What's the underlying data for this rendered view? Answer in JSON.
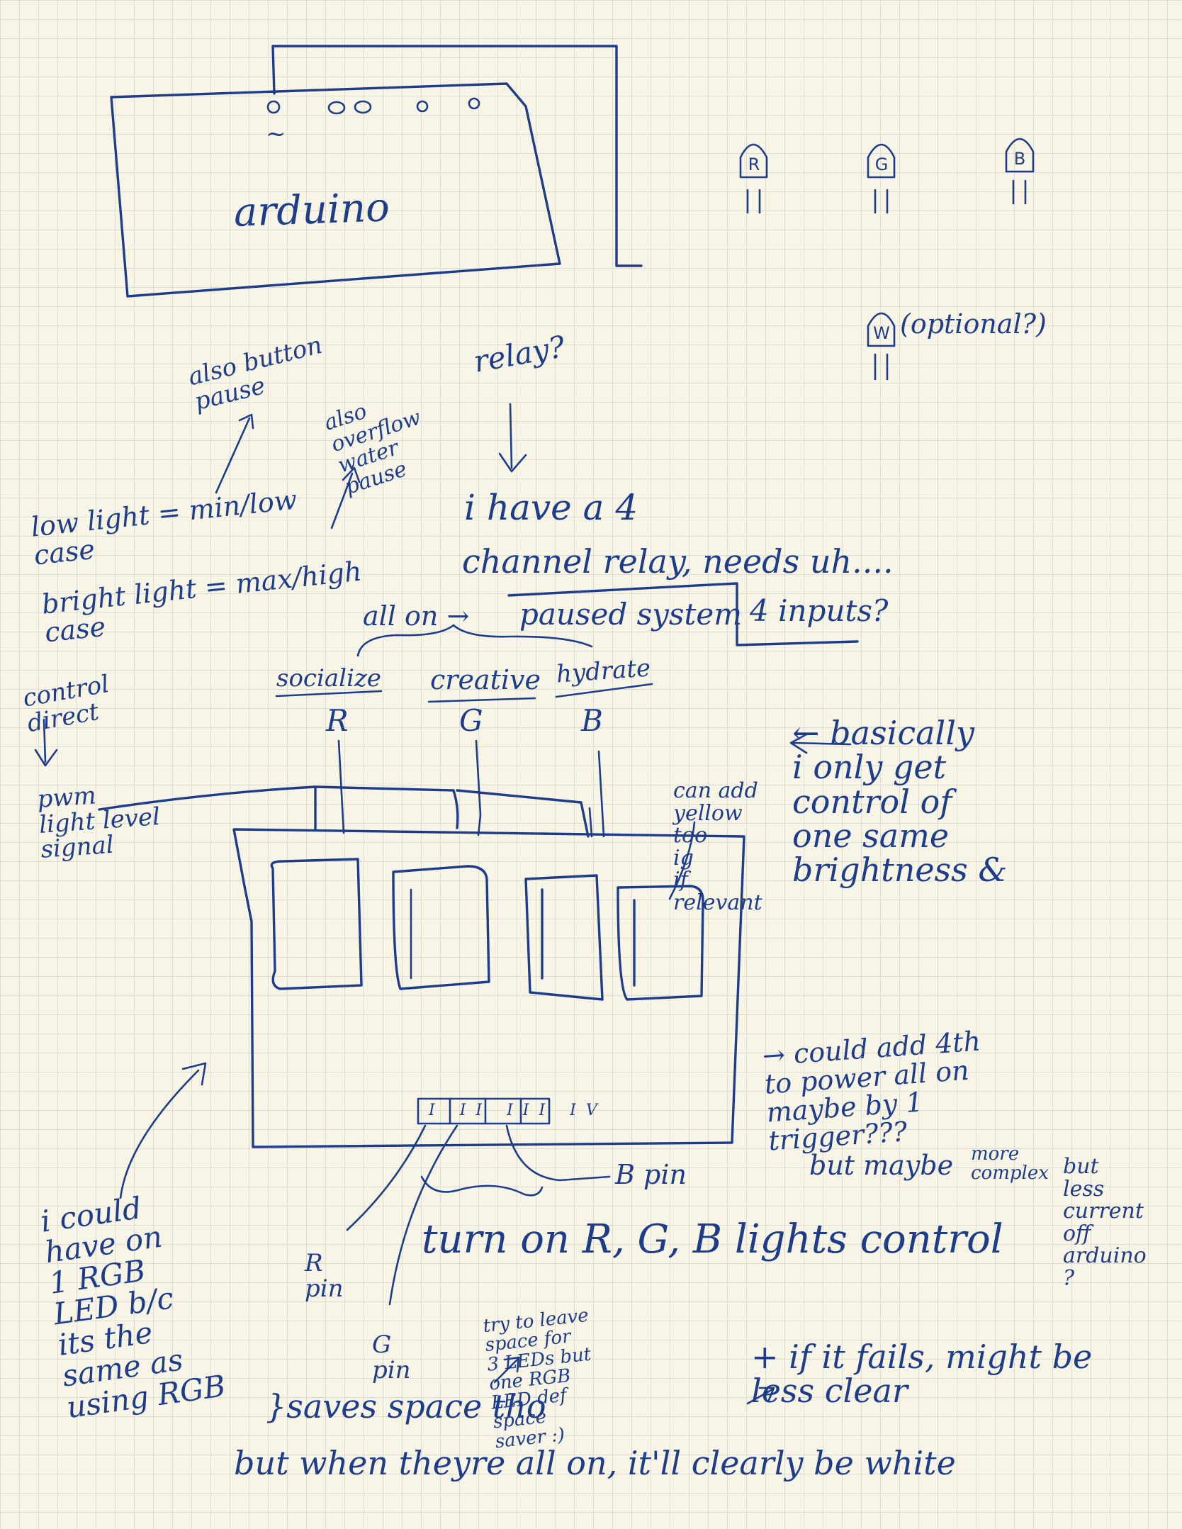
{
  "arduino": {
    "label": "arduino",
    "pin_tilde": "~"
  },
  "leds": {
    "red": "R",
    "green": "G",
    "blue": "B",
    "white": "W",
    "white_note": "(optional?)"
  },
  "notes": {
    "also_button": "also button\npause",
    "relay_q": "relay?",
    "also_overflow": "also\noverflow\nwater\npause",
    "low_light": "low light = min/low\ncase",
    "bright_light": "bright light = max/high\ncase",
    "relay_have_1": "i have a 4",
    "relay_have_2": "channel relay, needs uh....",
    "all_on": "all on →",
    "paused_system": "paused system",
    "four_inputs": "4 inputs?",
    "control_direct": "control\ndirect",
    "pwm": "pwm\nlight level\nsignal",
    "can_add_yellow": "can add\nyellow\ntoo\nig\nif\nrelevant",
    "basically": "← basically\ni only get\ncontrol of\none same\nbrightness &",
    "could_add_4th": "→ could add 4th\nto power all on\nmaybe by 1\ntrigger???",
    "but_maybe": "but maybe",
    "more_complex": "more\ncomplex",
    "but_less_current": "but\nless\ncurrent\noff\narduino\n?",
    "turn_on": "turn on R, G, B lights control",
    "b_pin_right": "B pin",
    "r_pin": "R\npin",
    "g_pin": "G\npin",
    "i_could_have": "i could\nhave on\n1 RGB\nLED b/c\nits the\nsame as\nusing RGB",
    "saves_space": "}saves space tho",
    "try_to_leave": "try to leave\nspace for\n3 LEDs but\none RGB\nLED def\nspace\nsaver :)",
    "if_fails": "+ if it fails, might be\nless clear",
    "but_when": "but when theyre all on, it'll clearly be white"
  },
  "relay": {
    "channels": [
      {
        "label": "socialize",
        "color": "R"
      },
      {
        "label": "creative",
        "color": "G"
      },
      {
        "label": "hydrate",
        "color": "B"
      }
    ],
    "pins": [
      "I",
      "II",
      "III",
      "IV"
    ]
  }
}
